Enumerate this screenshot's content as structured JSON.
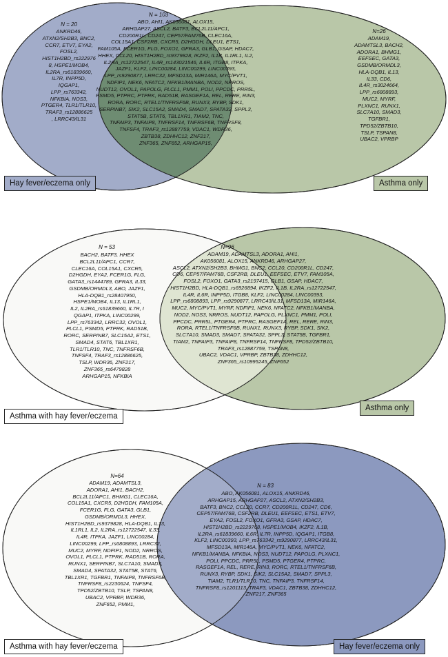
{
  "panels": [
    {
      "left_count": "N = 20",
      "middle_count": "N = 103",
      "right_count": "N=26",
      "left_genes": "ANKRD46,\nATXN2/SH2B3, BNC2,\nCCR7, ETV7, EYA2,\nFOSL2,\nHIST1H2BD_rs222976\n8, HSPE1/MOB4,\nIL2RA_rs61839660,\nIL7R, INPP5D,\nIQGAP1,\nLPP_rs763342,\nNFKBIA, NOS3,\nPTGER4, TLR1/TLR10,\nTRAF3_rs12886625\n, LRRC43/IL31",
      "middle_genes": "ABO, AHI1, AK056081, ALOX15,\nARHGAP27, ASCL2, BATF3, BCL2L11/APC1,\nCD200R1L, CD247, CEP57/FAM76B, CLEC16A,\nCOL15A1, CSF2RB, CXCR5, D2HGDH, DLEU1, ETS1,\nFAM105A, FCER1G, FLG, FOXO1, GFRA3, GLB1, GSAP, HDAC7,\nHHEX, CCL20, HIST1H2BD_rs9379828, IKZF2, IL1B, IL1RL1, IL2,\nIL2RA_rs12722547, IL4R_rs143021546, IL6R, ITGB8, ITPKA,\nJAZF1, KLF2, LINC00284, LINC00299, LINC00393,\nLPP_rs9290877, LRRC32, MFSD13A, MIR146A, MYC/PVT1,\nNDFIP1, NEK6, NFATC2, NFKB1/MANBA, NOD2, NRROS,\nNUDT12, OVOL1, PAPOLG, PLCL1, PMM1, POLI, PPCDC, PRR5L,\nPSMD5, PTPRC, PTPRK, RAD51B, RASGEF1A, REL, RERE, RIN3,\nRORA, RORC, RTEL1/TNFRSF6B, RUNX3, RYBP, SDK1,\nSERPINB7, SIK2, SLC15A2, SMAD4, SMAD7, SPATA32, SPPL3,\nSTAT5B, STAT6, TBL1XR1, TIAM2, TNC,\nTNFAIP3, TNFAIP8, TNFRSF14, TNFRSF6B, TNFRSF8,\nTNFSF4, TRAF3_rs12887759, VDAC1, WDR36,\nZBTB38, ZDHHC12, ZNF217,\nZNF365, ZNF652, ARHGAP15,",
      "right_genes": "ADAM19,\nADAMTSL3, BACH2,\nADORA1, BHMG1,\nEEFSEC, GATA3,\nGSDMB/ORMDL3,\nHLA-DQB1, IL13,\nIL33, CD6,\nIL4R_rs3024664,\nLPP_rs6808893,\nMUC2, MYRF,\nPLXNC1, RUNX1,\nSLC7A10, SMAD3,\nTGFBR1,\nTPD52/ZBTB10,\nTSLP, TSPAN8,\nUBAC2, VPRBP",
      "left_label": "Hay fever/eczema only",
      "right_label": "Asthma only"
    },
    {
      "left_count": "N = 53",
      "middle_count": "N=96",
      "right_count": "",
      "left_genes": "BACH2, BATF3, HHEX\nBCL2L11/APC1, CCR7,\nCLEC16A, COL15A1, CXCR5,\nD2HGDH, EYA2, FCER1G, FLG,\nGATA3_rs1444789, GFRA3, IL33,\nGSDMB/ORMDL3, ABO, JAZF1,\nHLA-DQB1_rs28407950,\nHSPE1/MOB4, IL13, IL1RL1,\nIL2, IL2RA_rs61839660, IL7R, I\nQGAP1, ITPKA, LINC00299,\nLPP_rs763342, LRRC32, OVOL1,\nPLCL1, PSMD5, PTPRK, RAD51B,\nRORC, SERPINB7, SLC15A2, ETS1,\nSMAD4, STAT6, TBL1XR1,\nTLR1/TLR10, TNC, TNFRSF6B,\nTNFSF4, TRAF3_rs12886625,\nTSLP, WDR36, ZNF217,\nZNF365_rs6479828\nARHGAP15, NFKBIA",
      "middle_genes": "ADAM19, ADAMTSL3, ADORA1, AHI1,\nAK056081, ALOX15, ANKRD46, ARHGAP27,\nASCL2, ATXN2/SH2B3, BHMG1, BNC2, CCL20, CD200R1L, CD247,\nCD6, CEP57/FAM76B, CSF2RB, DLEU1, EEFSEC, ETV7, FAM105A,\nFOSL2, FOXO1, GATA3_rs2197415, GLB1, GSAP, HDAC7,\nHIST1H2BD, HLA-DQB1_rs6926894, IKZF2, IL1B, IL2RA_rs12722547,\nIL4R, IL6R, INPP5D, ITGB8, KLF2, LINC00284, LINC00393,\nLPP_rs6808893, LPP_rs9290877, LRRC43/IL31, MFSD13A, MIR146A,\nMUC2, MYC/PVT1, MYRF, NDFIP1, NEK6, NFATC2, NFKB1/MANBA,\nNOD2, NOS3, NRROS, NUDT12, PAPOLG, PLXNC1, PMM1, POLI,\nPPCDC, PRR5L, PTGER4, PTPRC, RASGEF1A, REL, RERE, RIN3,\nRORA, RTEL1/TNFRSF6B, RUNX1, RUNX3, RYBP, SDK1, SIK2,\nSLC7A10, SMAD3, SMAD7, SPATA32, SPPL3, STAT5B, TGFBR1,\nTIAM2, TNFAIP3, TNFAIP8, TNFRSF14, TNFRSF8, TPD52/ZBTB10,\nTRAF3_rs12887759, TSPAN8,\nUBAC2, VDAC1, VPRBP, ZBTB38, ZDHHC12,\nZNF365_rs10995245, ZNF652",
      "right_genes": "",
      "left_label": "Asthma with hay fever/eczema",
      "right_label": "Asthma only"
    },
    {
      "left_count": "N=64",
      "middle_count": "",
      "right_count": "N = 83",
      "left_genes": "ADAM19, ADAMTSL3,\nADORA1, AHI1, BACH2,\nBCL2L11/APC1, BHMG1, CLEC16A,\nCOL15A1, CXCR5, D2HGDH, FAM105A,\nFCER1G, FLG, GATA3, GLB1,\nGSDMB/ORMDL3, HHEX,\nHIST1H2BD_rs9379828, HLA-DQB1, IL13,\nIL1RL1, IL2, IL2RA_rs12722547, IL33,\nIL4R, ITPKA, JAZF1, LINC00284,\nLINC00299, LPP_rs6808893, LRRC32,\nMUC2, MYRF, NDFIP1, NOD2, NRROS,\nOVOL1, PLCL1, PTPRK, RAD51B, RORA,\nRUNX1, SERPINB7, SLC7A10, SMAD3,\nSMAD4, SPATA32, STAT5B, STAT6,\nTBL1XR1, TGFBR1, TNFAIP8, TNFRSF6B,\nTNFRSF8_rs2230624, TNFSF4,\nTPD52/ZBTB10, TSLP, TSPAN8,\nUBAC2, VPRBP, WDR36,\nZNF652, PMM1,",
      "middle_genes": "",
      "right_genes": "ABO, AK056081, ALOX15, ANKRD46,\nARHGAP15, ARHGAP27, ASCL2, ATXN2/SH2B3,\nBATF3, BNC2, CCL20, CCR7, CD200R1L, CD247, CD6,\nCEP57/FAM76B, CSF2RB, DLEU1, EEFSEC, ETS1, ETV7,\nEYA2, FOSL2, FOXO1, GFRA3, GSAP, HDAC7,\nHIST1H2BD_rs2229768, HSPE1/MOB4, IKZF2, IL1B,\nIL2RA_rs61839660, IL6R, IL7R, INPP5D, IQGAP1, ITGB8,\nKLF2, LINC00393, LPP_rs763342_rs9290877, LRRC43/IL31,\nMFSD13A, MIR146A, MYC/PVT1, NEK6, NFATC2,\nNFKB1/MANBA, NFKBIA, NOS3, NUDT12, PAPOLG, PLXNC1,\nPOLI, PPCDC, PRR5L, PSMD5, PTGER4, PTPRC,\nRASGEF1A, REL, RERE, RIN3, RORC, RTEL1/TNFRSF6B,\nRUNX3, RYBP, SDK1, SIK2, SLC15A2, SMAD7, SPPL3,\nTIAM2, TLR1/TLR10, TNC, TNFAIP3, TNFRSF14,\nTNFRSF8_rs1201113, TRAF3, VDAC1, ZBTB38, ZDHHC12,\nZNF217, ZNF365",
      "left_label": "Asthma with hay fever/eczema",
      "right_label": "Hay fever/eczema only"
    }
  ],
  "colors": {
    "blue": "#a2acc9",
    "green": "#b9c7a8",
    "dark_green": "#6e8c72",
    "light_green": "#dfe5d2",
    "white_ellipse": "#f9f9f7",
    "blue_deep": "#8c99bf"
  }
}
